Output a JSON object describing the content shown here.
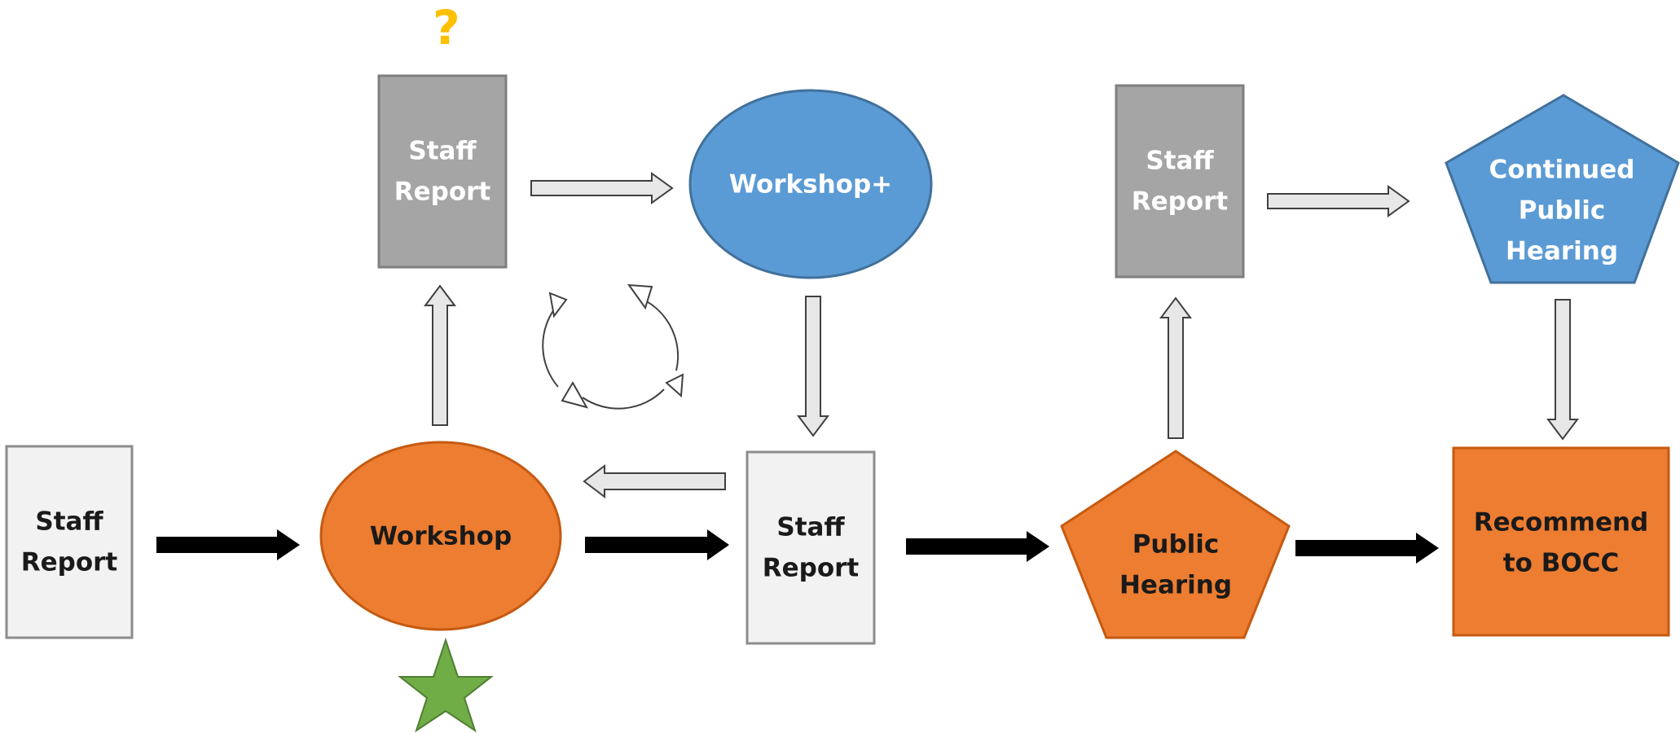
{
  "colors": {
    "orange": "#ED7D31",
    "orange_stroke": "#C55A11",
    "blue": "#5B9BD5",
    "blue_stroke": "#41719C",
    "gray": "#A5A5A5",
    "gray_stroke": "#7F7F7F",
    "light": "#F2F2F2",
    "light_stroke": "#8C8C8C",
    "star": "#70AD47",
    "star_stroke": "#507E32",
    "question": "#FFC000",
    "arrow_black": "#000000",
    "arrow_hollow_fill": "#E7E7E7",
    "arrow_hollow_stroke": "#404040",
    "label_dark": "#1A1A1A",
    "label_light": "#FFFFFF"
  },
  "nodes": {
    "staff_report_start": {
      "line1": "Staff",
      "line2": "Report"
    },
    "workshop": {
      "label": "Workshop"
    },
    "staff_report_top": {
      "line1": "Staff",
      "line2": "Report"
    },
    "workshop_plus": {
      "label": "Workshop+"
    },
    "staff_report_mid": {
      "line1": "Staff",
      "line2": "Report"
    },
    "public_hearing": {
      "line1": "Public",
      "line2": "Hearing"
    },
    "staff_report_right": {
      "line1": "Staff",
      "line2": "Report"
    },
    "continued_public_hearing": {
      "line1": "Continued",
      "line2": "Public",
      "line3": "Hearing"
    },
    "recommend_bocc": {
      "line1": "Recommend",
      "line2": "to BOCC"
    }
  },
  "annotations": {
    "question_mark": "?",
    "star_icon": "star-icon",
    "cycle_icon": "cycle-arrows-icon"
  }
}
